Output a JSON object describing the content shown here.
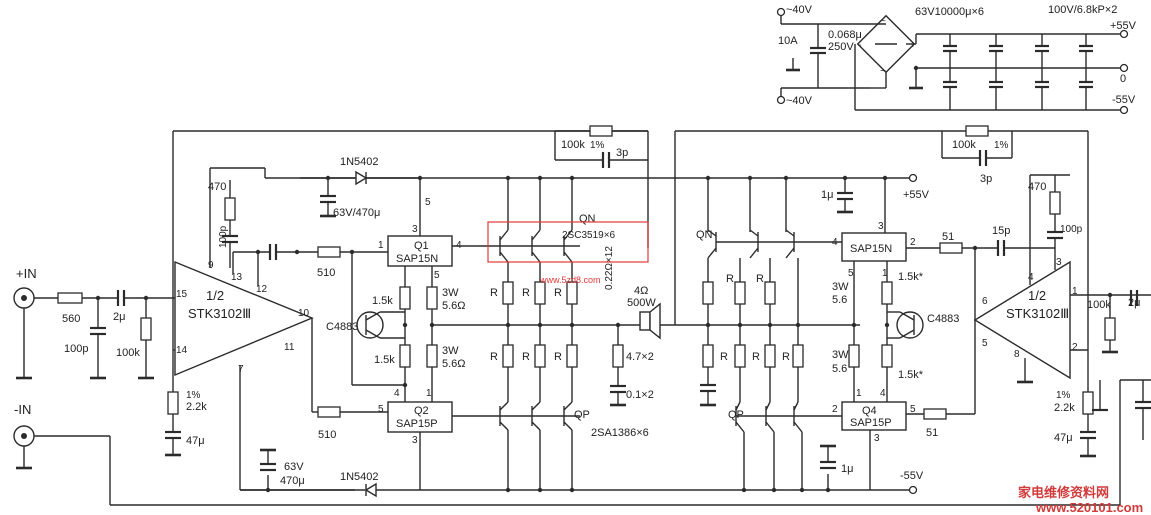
{
  "colors": {
    "ink": "#2b2b2b",
    "watermark": "#d23b3b",
    "background": "#ffffff"
  },
  "psu": {
    "ac_top": "~40V",
    "ac_bottom": "~40V",
    "fuse": "10A",
    "snubber_cap": "0.068μ",
    "snubber_volt": "250V",
    "cap_bank": "63V10000μ×6",
    "film_bank": "100V/6.8kP×2",
    "rail_pos": "+55V",
    "rail_zero": "0",
    "rail_neg": "-55V"
  },
  "inputs": {
    "plus_in": "+IN",
    "minus_in": "-IN"
  },
  "left_channel": {
    "in_res": "560",
    "in_cap": "2μ",
    "filter_cap": "100p",
    "bias_res": "100k",
    "fb_res": "470",
    "fb_cap": "100p",
    "fb_1pct": "1%",
    "fb_2k2": "2.2k",
    "fb_47u": "47μ",
    "diode_top": "1N5402",
    "diode_bottom": "1N5402",
    "cap_top": "63V/470μ",
    "cap_bottom_v": "63V",
    "cap_bottom_c": "470μ",
    "fb_100k": "100k",
    "fb_pct": "1%",
    "fb_3p": "3p",
    "ic_half": "1/2",
    "ic_name": "STK3102Ⅲ",
    "pin_9": "9",
    "pin_13": "13",
    "pin_12": "12",
    "pin_15": "15",
    "pin_14": "14",
    "pin_10": "10",
    "pin_11": "11",
    "pin_7": "7",
    "r510_top": "510",
    "r510_bottom": "510",
    "r15k_a": "1.5k",
    "r15k_b": "1.5k",
    "r3w_a": "3W",
    "r3w_a_val": "5.6Ω",
    "r3w_b": "3W",
    "r3w_b_val": "5.6Ω",
    "transistor": "C4883",
    "q1": "Q1",
    "q1_part": "SAP15N",
    "q2": "Q2",
    "q2_part": "SAP15P",
    "pin_q1_3": "3",
    "pin_q1_1": "1",
    "pin_q1_4": "4",
    "pin_q1_5": "5",
    "pin_q2_4": "4",
    "pin_q2_1": "1",
    "pin_q2_5": "5",
    "pin_q2_3": "3",
    "pin_5_top": "5",
    "qn": "QN",
    "qn_part": "2SC3519×6",
    "qp": "QP",
    "qp_part": "2SA1386×6",
    "emitter_r": "R",
    "emitter_val": "0.22Ω×12",
    "zobel_r": "4.7×2",
    "zobel_c": "0.1×2",
    "speaker_ohm": "4Ω",
    "speaker_w": "500W"
  },
  "right_channel": {
    "cap_top": "1μ",
    "cap_bottom": "1μ",
    "rail_pos": "+55V",
    "rail_neg": "-55V",
    "fb_100k": "100k",
    "fb_pct": "1%",
    "fb_3p": "3p",
    "q3_part": "SAP15N",
    "q4": "Q4",
    "q4_part": "SAP15P",
    "r51_top": "51",
    "r51_bottom": "51",
    "cap_15p": "15p",
    "fb_470": "470",
    "fb_100p": "100p",
    "r15k_a": "1.5k*",
    "r15k_b": "1.5k*",
    "r3w_a": "3W",
    "r3w_a_val": "5.6",
    "r3w_b": "3W",
    "r3w_b_val": "5.6",
    "transistor": "C4883",
    "qn": "QN",
    "qp": "QP",
    "emitter_r": "R",
    "ic_half": "1/2",
    "ic_name": "STK3102Ⅲ",
    "pin_6": "6",
    "pin_4": "4",
    "pin_3": "3",
    "pin_1": "1",
    "pin_5": "5",
    "pin_8": "8",
    "pin_2": "2",
    "pin_q3_3": "3",
    "pin_q3_4": "4",
    "pin_q3_5": "5",
    "pin_q3_2": "2",
    "pin_q3_1": "1",
    "pin_q4_1": "1",
    "pin_q4_4": "4",
    "pin_q4_2": "2",
    "pin_q4_5": "5",
    "pin_q4_3": "3",
    "bias_100k": "100k",
    "bias_2u": "2μ",
    "fb_1pct": "1%",
    "fb_2k2": "2.2k",
    "fb_47u": "47μ"
  },
  "watermark": {
    "site_cn": "家电维修资料网",
    "site_url": "www.520101.com",
    "stamp_url": "www.5zd8.com"
  }
}
